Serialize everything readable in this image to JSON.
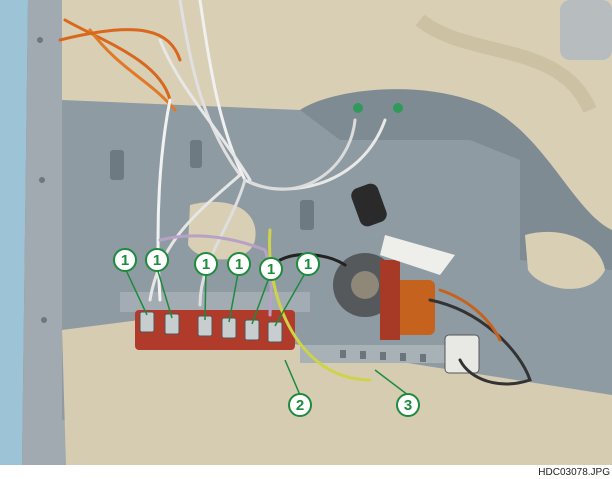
{
  "image": {
    "description_color_palette": {
      "panel_metal": "#8c9aa3",
      "insulation": "#d8cdb1",
      "callout_green": "#1e8a3c",
      "terminal_red": "#b23b2b",
      "copper_coil": "#c5621e"
    }
  },
  "callouts": [
    {
      "label": "1"
    },
    {
      "label": "1"
    },
    {
      "label": "1"
    },
    {
      "label": "1"
    },
    {
      "label": "1"
    },
    {
      "label": "1"
    },
    {
      "label": "2"
    },
    {
      "label": "3"
    }
  ],
  "filename": "HDC03078.JPG"
}
